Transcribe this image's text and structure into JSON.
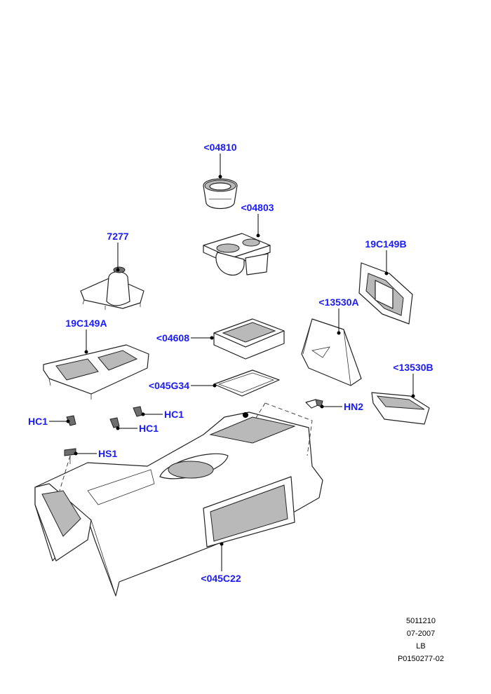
{
  "callouts": {
    "c04810": "<04810",
    "c04803": "<04803",
    "c7277": "7277",
    "c19C149B": "19C149B",
    "c13530A": "<13530A",
    "c19C149A": "19C149A",
    "c04608": "<04608",
    "c045G34": "<045G34",
    "c13530B": "<13530B",
    "cHN2": "HN2",
    "cHC1a": "HC1",
    "cHC1b": "HC1",
    "cHC1c": "HC1",
    "cHS1": "HS1",
    "c045C22": "<045C22"
  },
  "footer": {
    "line1": "5011210",
    "line2": "07-2007",
    "line3": "LB",
    "line4": "P0150277-02"
  },
  "colors": {
    "callout": "#1a1aff"
  }
}
